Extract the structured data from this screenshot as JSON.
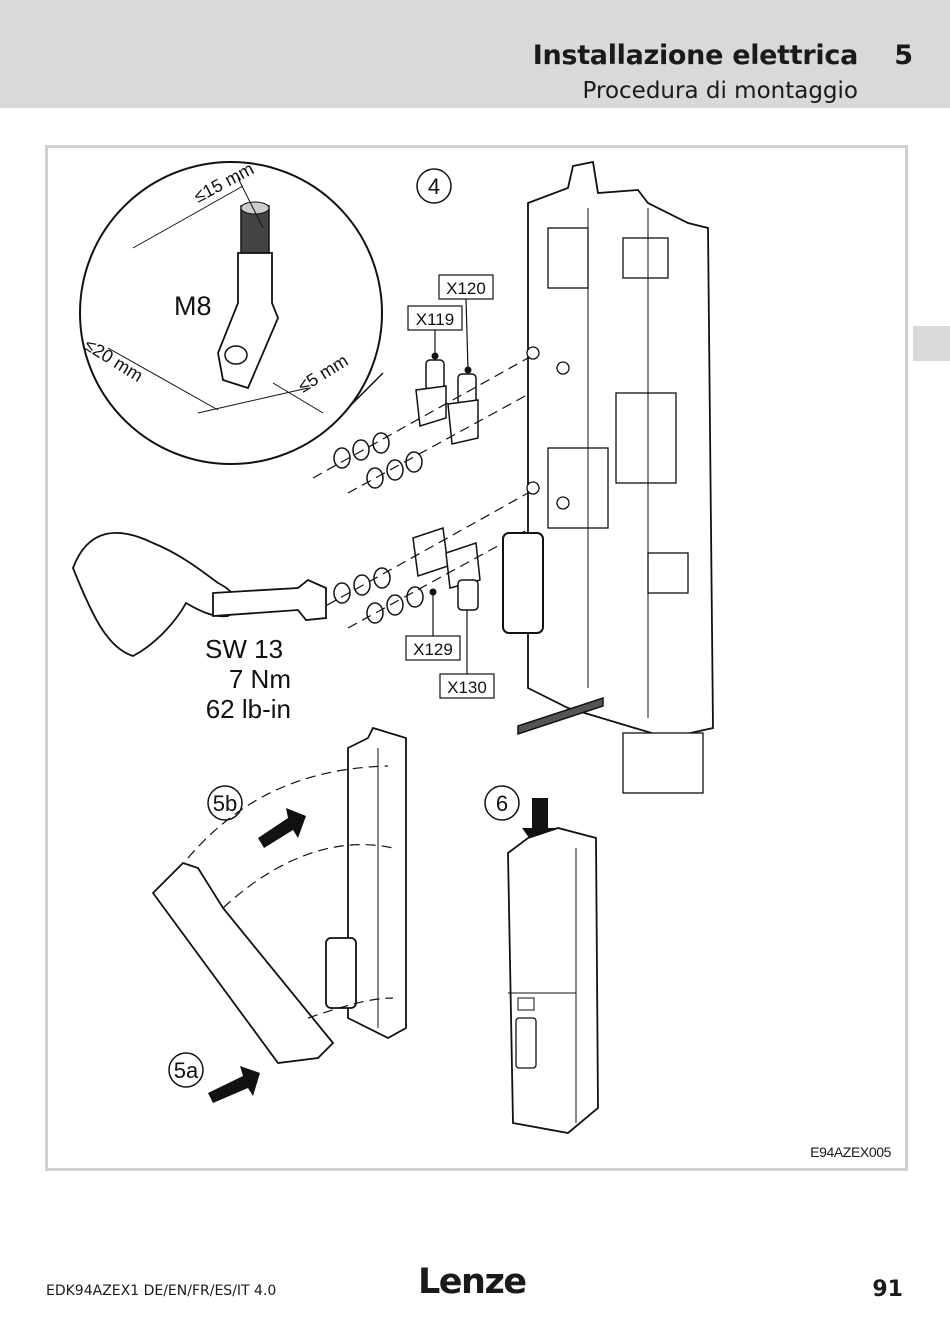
{
  "header": {
    "title": "Installazione elettrica",
    "chapter": "5",
    "subtitle": "Procedura di montaggio"
  },
  "figure": {
    "step_labels": {
      "s4": "4",
      "s5a": "5a",
      "s5b": "5b",
      "s6": "6"
    },
    "cable_lug": {
      "bolt": "M8",
      "dim_width": "≤15 mm",
      "dim_length": "≤20 mm",
      "dim_thickness": "≤5 mm"
    },
    "terminals": {
      "x119": "X119",
      "x120": "X120",
      "x129": "X129",
      "x130": "X130"
    },
    "torque": {
      "wrench": "SW 13",
      "nm": "7 Nm",
      "lbin": "62 lb-in"
    },
    "id": "E94AZEX005"
  },
  "footer": {
    "doc": "EDK94AZEX1  DE/EN/FR/ES/IT  4.0",
    "logo": "Lenze",
    "page": "91"
  }
}
